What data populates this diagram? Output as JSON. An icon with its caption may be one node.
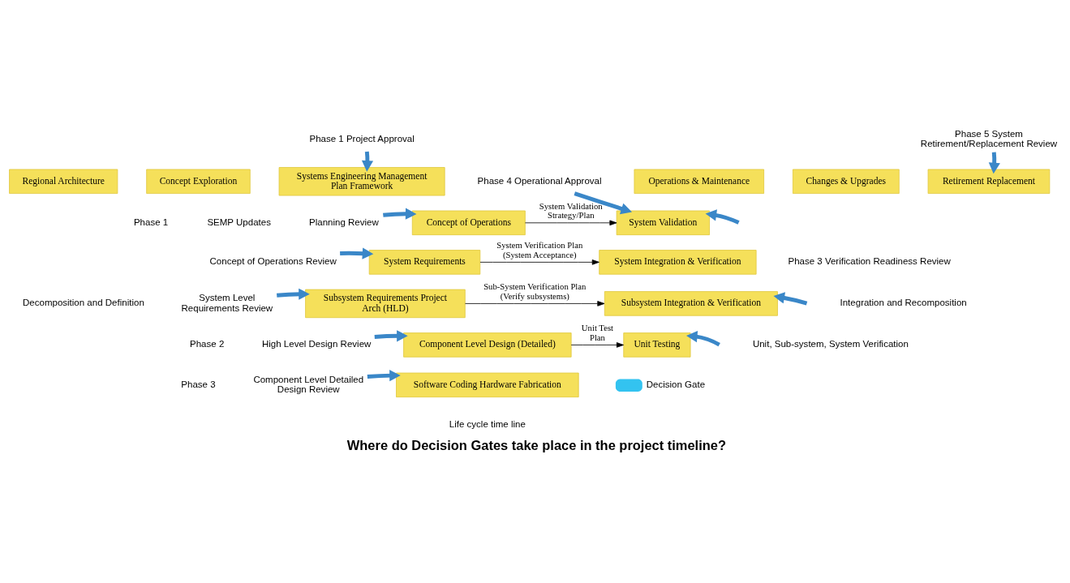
{
  "diagram": {
    "caption": "Where do Decision Gates take place in the project timeline?",
    "nodes": [
      {
        "text": [
          "Regional Architecture"
        ]
      },
      {
        "text": [
          "Concept Exploration"
        ]
      },
      {
        "text": [
          "Systems Engineering Management Plan Framework"
        ]
      },
      {
        "text": [
          "Concept of Operations"
        ]
      },
      {
        "text": [
          "System Requirements"
        ]
      },
      {
        "text": [
          "Subsystem Requirements Project Arch (HLD)"
        ]
      },
      {
        "text": [
          "Component Level Design (Detailed)"
        ]
      },
      {
        "text": [
          "Software Coding Hardware Fabrication"
        ]
      },
      {
        "text": [
          "Unit Testing"
        ]
      },
      {
        "text": [
          "Subsystem Integration & Verification"
        ]
      },
      {
        "text": [
          "System Integration & Verification"
        ]
      },
      {
        "text": [
          "System Validation"
        ]
      },
      {
        "text": [
          "Operations & Maintenance"
        ]
      },
      {
        "text": [
          "Changes & Upgrades"
        ]
      },
      {
        "text": [
          "Retirement Replacement"
        ]
      },
      {
        "text": [
          "Phase 1 Project Approval"
        ]
      },
      {
        "text": [
          "Planning Review"
        ]
      },
      {
        "text": [
          "Concept of Operations Review"
        ]
      },
      {
        "text": [
          "System Level Requirements Review"
        ]
      },
      {
        "text": [
          "High Level Design Review"
        ]
      },
      {
        "text": [
          "Component Level Detailed Design Review"
        ]
      },
      {
        "text": [
          "Phase 4 Operational Approval"
        ]
      },
      {
        "text": [
          "Phase 5 System Retirement/Replacement Review"
        ]
      }
    ],
    "edges": [
      {
        "from": 15,
        "to": 2,
        "arrow": "to"
      },
      {
        "from": 16,
        "to": 3,
        "arrow": "to"
      },
      {
        "from": 17,
        "to": 4,
        "arrow": "to"
      },
      {
        "from": 18,
        "to": 5,
        "arrow": "to"
      },
      {
        "from": 19,
        "to": 6,
        "arrow": "to"
      },
      {
        "from": 20,
        "to": 7,
        "arrow": "to"
      },
      {
        "from": 21,
        "to": 11,
        "arrow": "to"
      },
      {
        "from": 22,
        "to": 14,
        "arrow": "to"
      },
      {
        "from": null,
        "to": 8,
        "arrow": "to"
      },
      {
        "from": null,
        "to": 9,
        "arrow": "to"
      },
      {
        "from": null,
        "to": 11,
        "arrow": "to"
      },
      {
        "from": 3,
        "to": 11,
        "arrow": "to",
        "label": "System Validation Strategy/Plan",
        "color": "#000000"
      },
      {
        "from": 4,
        "to": 10,
        "arrow": "to",
        "label": "System Verification Plan (System Acceptance)",
        "color": "#000000"
      },
      {
        "from": 5,
        "to": 9,
        "arrow": "to",
        "label": "Sub-System Verification Plan (Verify subsystems)",
        "color": "#000000"
      },
      {
        "from": 6,
        "to": 8,
        "arrow": "to",
        "label": "Unit Test Plan",
        "color": "#000000"
      }
    ],
    "labels": [
      "SEMP Updates",
      "Decomposition and Definition",
      "Phase 1",
      "Phase 2",
      "Phase 3",
      "Integration and Recomposition",
      "Phase 3 Verification Readiness Review",
      "Unit, Sub-system, System Verification",
      "Life cycle time line"
    ],
    "legend": [
      {
        "text": "Decision Gate",
        "color": "#33c3f0"
      }
    ]
  }
}
